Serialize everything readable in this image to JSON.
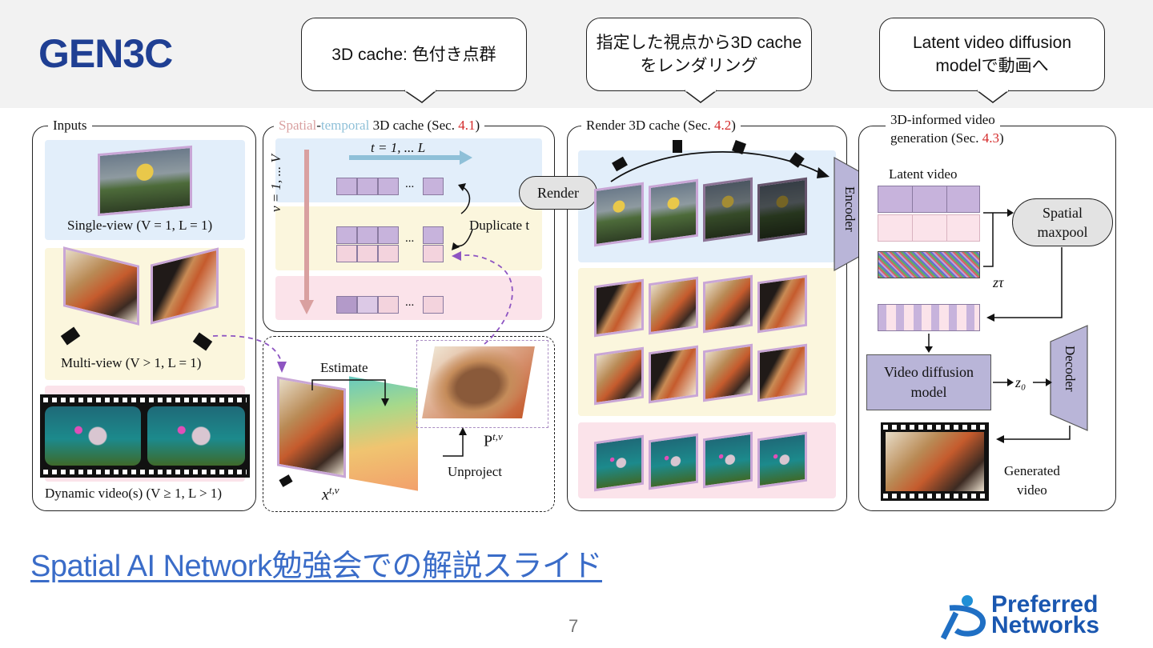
{
  "slide": {
    "title": "GEN3C",
    "link_text": "Spatial AI Network勉強会での解説スライド",
    "page_number": "7",
    "logo": {
      "line1": "Preferred",
      "line2": "Networks"
    }
  },
  "callouts": [
    {
      "text": "3D cache: 色付き点群"
    },
    {
      "text": "指定した視点から3D cacheをレンダリング"
    },
    {
      "text": "Latent video diffusion modelで動画へ"
    }
  ],
  "diagram": {
    "inputs": {
      "label": "Inputs",
      "single_view": "Single-view (V = 1, L = 1)",
      "multi_view": "Multi-view (V > 1, L = 1)",
      "dynamic_video": "Dynamic video(s) (V ≥ 1, L > 1)"
    },
    "cache": {
      "label_spatial": "Spatial",
      "label_dash": "-",
      "label_temporal": "temporal",
      "label_rest": " 3D cache (Sec. ",
      "label_sec": "4.1",
      "label_close": ")",
      "time_axis": "t = 1, ... L",
      "view_axis": "v = 1, ... V",
      "duplicate": "Duplicate t",
      "ellipsis": "..."
    },
    "estimate": {
      "estimate_label": "Estimate",
      "unproject_label": "Unproject",
      "pointcloud_label": "P",
      "pointcloud_sup": "t,v",
      "image_label": "x",
      "image_sup": "t,v"
    },
    "render": {
      "button": "Render",
      "label_main": "Render 3D cache (Sec. ",
      "label_sec": "4.2",
      "label_close": ")",
      "encoder": "Encoder"
    },
    "generation": {
      "label_line1": "3D-informed video",
      "label_line2_a": "generation (Sec. ",
      "label_sec": "4.3",
      "label_close": ")",
      "latent_video": "Latent video",
      "maxpool_line1": "Spatial",
      "maxpool_line2": "maxpool",
      "z_tau": "zτ",
      "z_0": "z₀",
      "diffusion_line1": "Video diffusion",
      "diffusion_line2": "model",
      "decoder": "Decoder",
      "generated_line1": "Generated",
      "generated_line2": "video"
    }
  },
  "colors": {
    "title": "#1f3f93",
    "link": "#3a6cc8",
    "highlight_red": "#d42a2a",
    "cube_purple": "#c7b3dc",
    "cube_pink": "#f3d3dd",
    "band_blue": "#e2eefa",
    "band_yellow": "#fbf6dd",
    "band_pink": "#fbe3ea",
    "encoder_fill": "#b9b5d8",
    "spatial_red": "#d9a0a0",
    "temporal_blue": "#8fc0d8"
  }
}
